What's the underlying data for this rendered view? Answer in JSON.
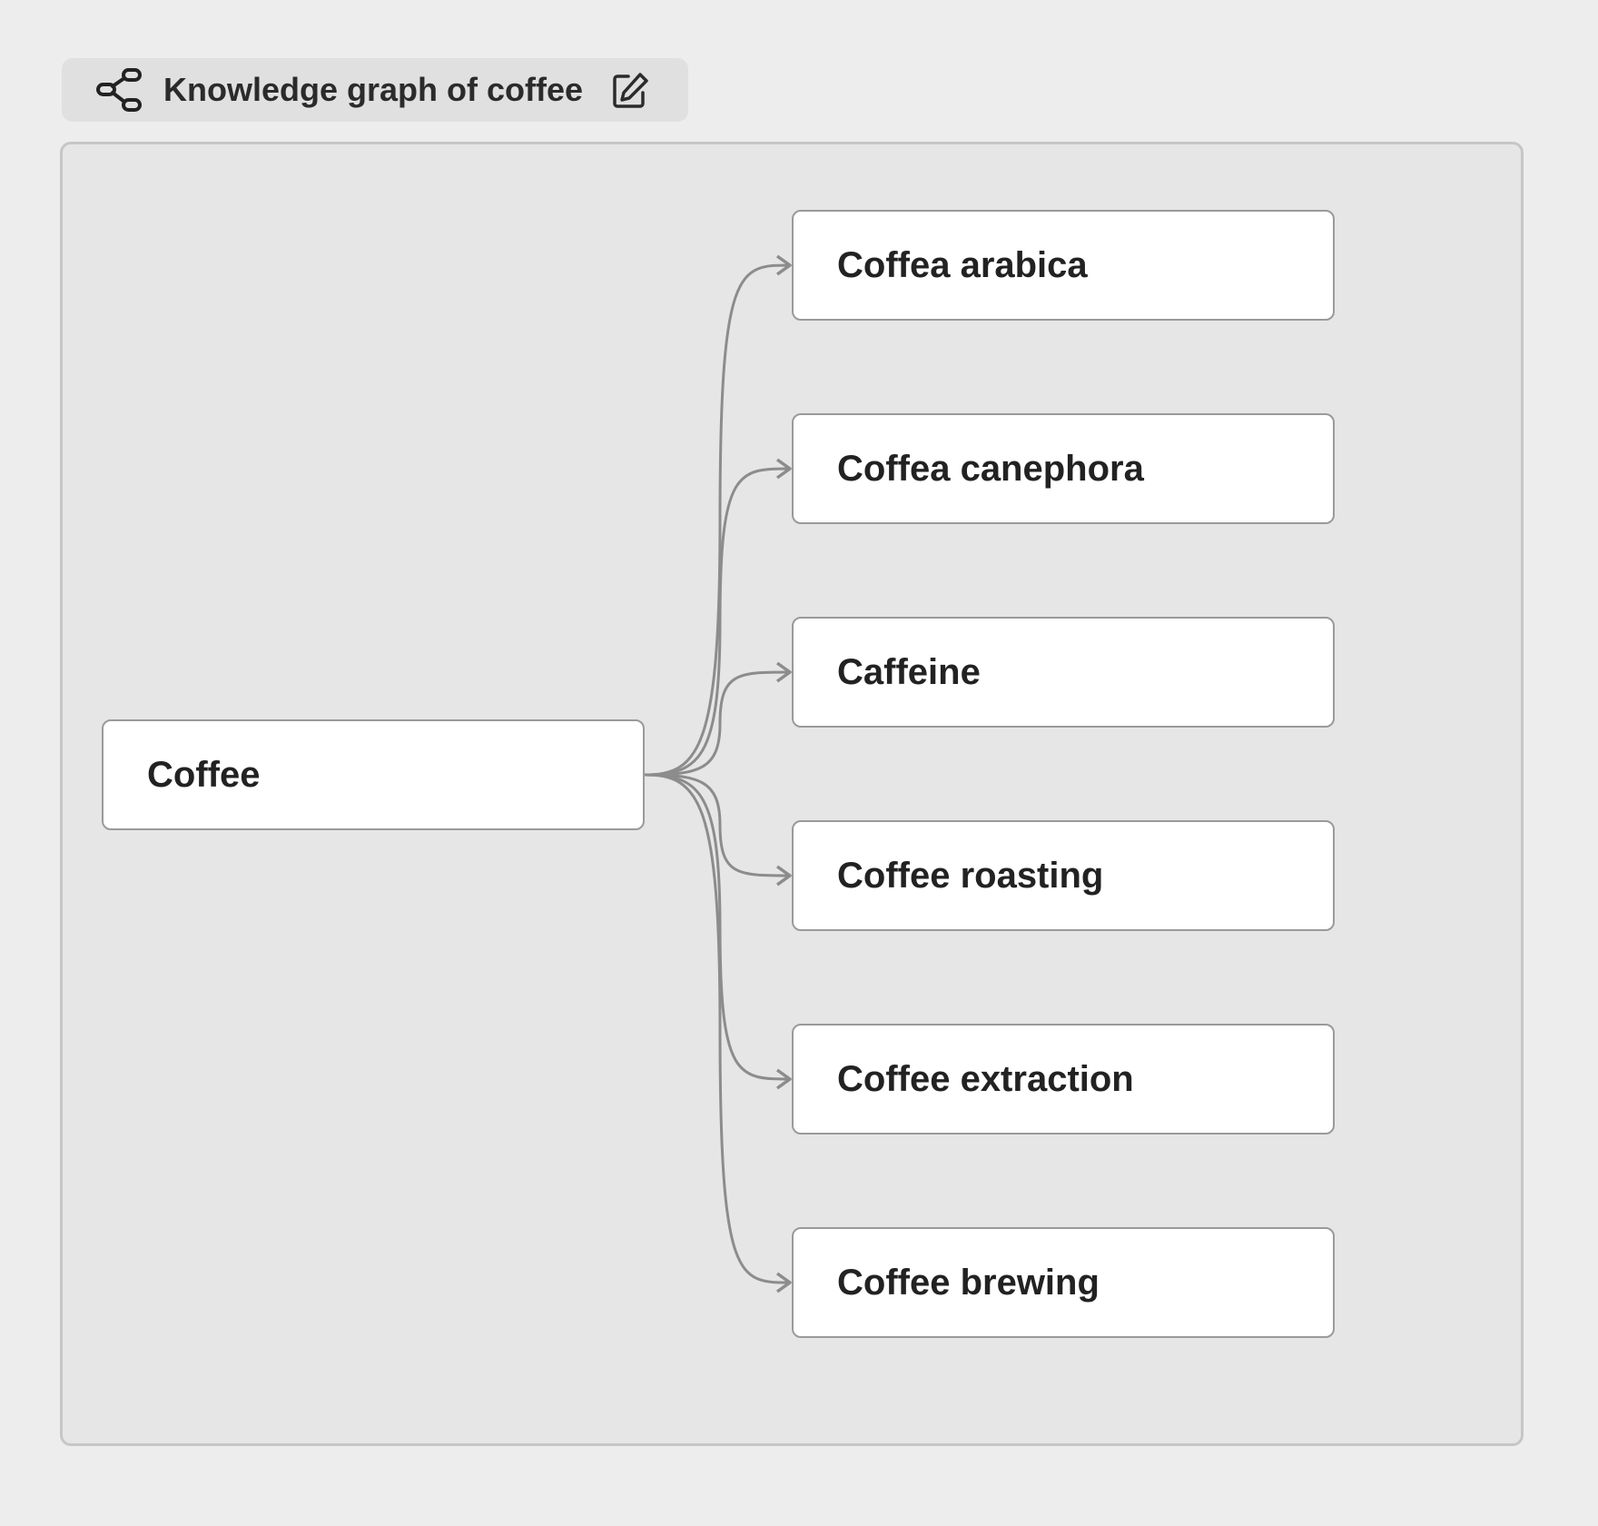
{
  "header": {
    "title": "Knowledge graph of coffee",
    "icon": "share-graph-icon",
    "edit_icon": "edit-icon"
  },
  "graph": {
    "root": {
      "label": "Coffee"
    },
    "children": [
      {
        "label": "Coffea arabica"
      },
      {
        "label": "Coffea canephora"
      },
      {
        "label": "Caffeine"
      },
      {
        "label": "Coffee roasting"
      },
      {
        "label": "Coffee extraction"
      },
      {
        "label": "Coffee brewing"
      }
    ]
  },
  "colors": {
    "background": "#ededed",
    "canvas": "#e6e6e6",
    "node_fill": "#ffffff",
    "node_border": "#9a9a9a",
    "edge": "#8c8c8c",
    "text": "#222222"
  }
}
